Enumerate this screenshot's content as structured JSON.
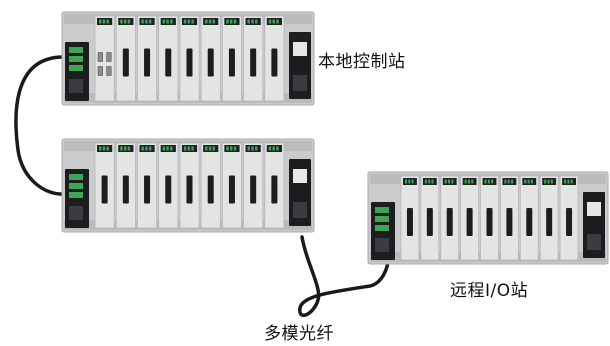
{
  "labels": {
    "local_station": "本地控制站",
    "remote_io": "远程I/O站",
    "fiber": "多模光纤"
  },
  "racks": [
    {
      "id": "rack-local-top",
      "slots": 9,
      "left_module": "controller-with-ethernet"
    },
    {
      "id": "rack-local-expansion",
      "slots": 9,
      "left_module": "controller"
    },
    {
      "id": "rack-remote-io",
      "slots": 9,
      "left_module": "controller"
    }
  ],
  "colors": {
    "rack_frame": "#c9cbcc",
    "module_face": "#e3e4e4",
    "module_dark": "#1c1d1f",
    "terminal_green": "#3ea653",
    "cable": "#1a1a1a"
  }
}
